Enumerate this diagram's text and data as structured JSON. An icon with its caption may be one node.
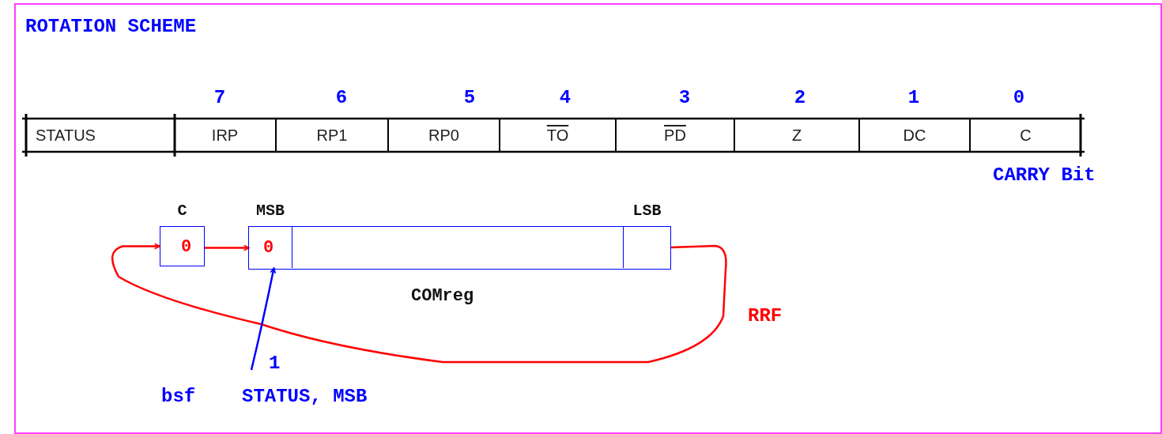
{
  "diagram": {
    "title": "ROTATION SCHEME",
    "nodes": [
      {
        "text": [
          "STATUS"
        ]
      },
      {
        "text": [
          "IRP"
        ],
        "beside": [
          "7"
        ]
      },
      {
        "text": [
          "RP1"
        ],
        "beside": [
          "6"
        ]
      },
      {
        "text": [
          "RP0"
        ],
        "beside": [
          "5"
        ]
      },
      {
        "text": [
          "TO"
        ],
        "beside": [
          "4"
        ]
      },
      {
        "text": [
          "PD"
        ],
        "beside": [
          "3"
        ]
      },
      {
        "text": [
          "Z"
        ],
        "beside": [
          "2"
        ]
      },
      {
        "text": [
          "DC"
        ],
        "beside": [
          "1"
        ]
      },
      {
        "text": [
          "C"
        ],
        "beside": [
          "0"
        ]
      },
      {
        "text": [
          "C",
          "0"
        ]
      },
      {
        "text": [
          "COMreg"
        ]
      },
      {
        "text": [
          "MSB",
          "0"
        ],
        "in": 10
      },
      {
        "text": [
          "LSB"
        ],
        "in": 10
      }
    ],
    "edges": [
      {
        "from": 9,
        "to": 11,
        "arrow": "to"
      },
      {
        "from": 12,
        "to": 9,
        "arrow": "to"
      },
      {
        "from": null,
        "to": 11,
        "arrow": "to",
        "label": "1",
        "color": "#0000ff"
      }
    ],
    "labels": [
      "CARRY Bit",
      "RRF",
      "bsf",
      "STATUS, MSB"
    ]
  }
}
